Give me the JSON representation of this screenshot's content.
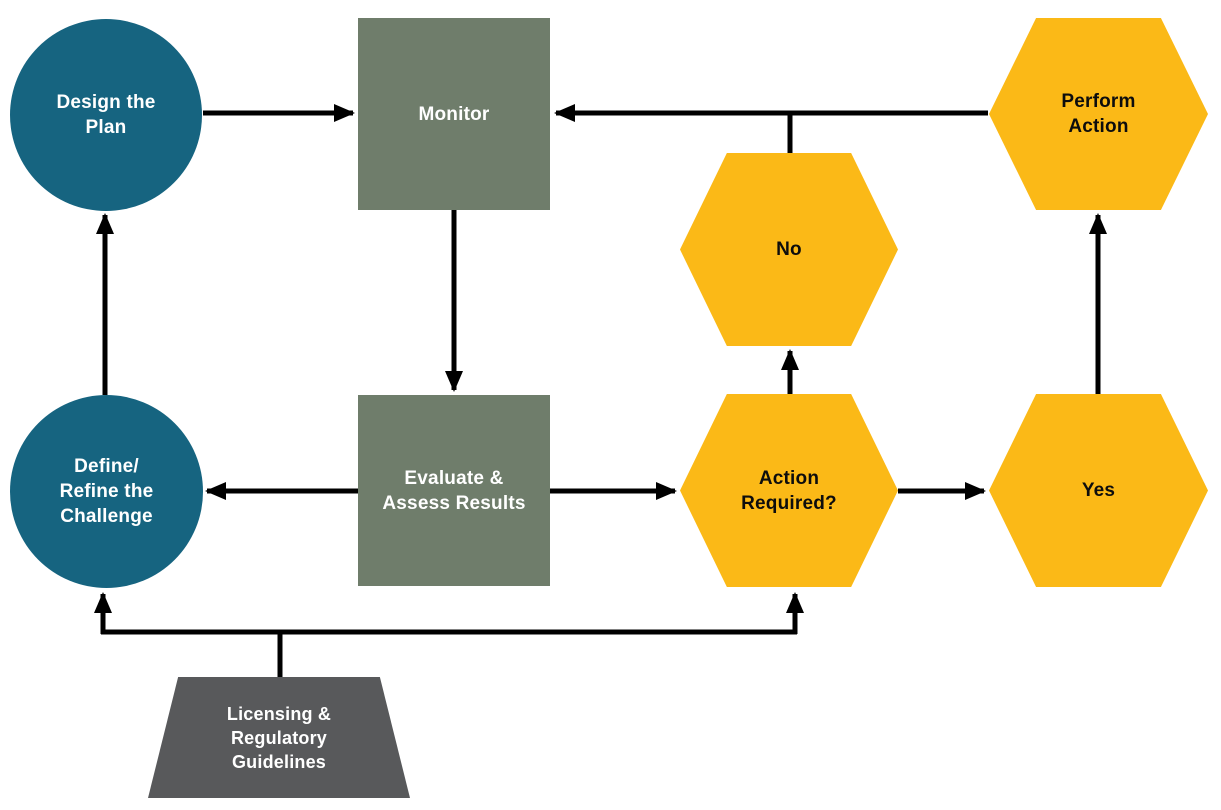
{
  "colors": {
    "teal": "#166480",
    "sage": "#6F7D6B",
    "gold": "#FBB917",
    "gray": "#58595B",
    "connector": "#000000",
    "background": "#FFFFFF",
    "text_light": "#FFFFFF",
    "text_dark": "#0D0D0D"
  },
  "nodes": {
    "design_plan": {
      "label": "Design the Plan",
      "shape": "circle",
      "lines": [
        "Design the",
        "Plan"
      ]
    },
    "monitor": {
      "label": "Monitor",
      "shape": "square",
      "lines": [
        "Monitor"
      ]
    },
    "perform_action": {
      "label": "Perform Action",
      "shape": "hexagon",
      "lines": [
        "Perform",
        "Action"
      ]
    },
    "no": {
      "label": "No",
      "shape": "hexagon",
      "lines": [
        "No"
      ]
    },
    "define_refine": {
      "label": "Define/Refine the Challenge",
      "shape": "circle",
      "lines": [
        "Define/",
        "Refine the",
        "Challenge"
      ]
    },
    "evaluate_assess": {
      "label": "Evaluate & Assess Results",
      "shape": "square",
      "lines": [
        "Evaluate &",
        "Assess Results"
      ]
    },
    "action_required": {
      "label": "Action Required?",
      "shape": "hexagon",
      "lines": [
        "Action",
        "Required?"
      ]
    },
    "yes": {
      "label": "Yes",
      "shape": "hexagon",
      "lines": [
        "Yes"
      ]
    },
    "licensing": {
      "label": "Licensing & Regulatory Guidelines",
      "shape": "trapezoid",
      "lines": [
        "Licensing &",
        "Regulatory",
        "Guidelines"
      ]
    }
  },
  "edges": [
    {
      "from": "Design the Plan",
      "to": "Monitor"
    },
    {
      "from": "Monitor",
      "to": "Evaluate & Assess Results"
    },
    {
      "from": "Evaluate & Assess Results",
      "to": "Define/Refine the Challenge"
    },
    {
      "from": "Evaluate & Assess Results",
      "to": "Action Required?"
    },
    {
      "from": "Action Required?",
      "to": "No"
    },
    {
      "from": "No",
      "to": "Monitor"
    },
    {
      "from": "Action Required?",
      "to": "Yes"
    },
    {
      "from": "Yes",
      "to": "Perform Action"
    },
    {
      "from": "Perform Action",
      "to": "Monitor"
    },
    {
      "from": "Define/Refine the Challenge",
      "to": "Design the Plan"
    },
    {
      "from": "Licensing & Regulatory Guidelines",
      "to": "Define/Refine the Challenge"
    },
    {
      "from": "Licensing & Regulatory Guidelines",
      "to": "Action Required?"
    }
  ]
}
